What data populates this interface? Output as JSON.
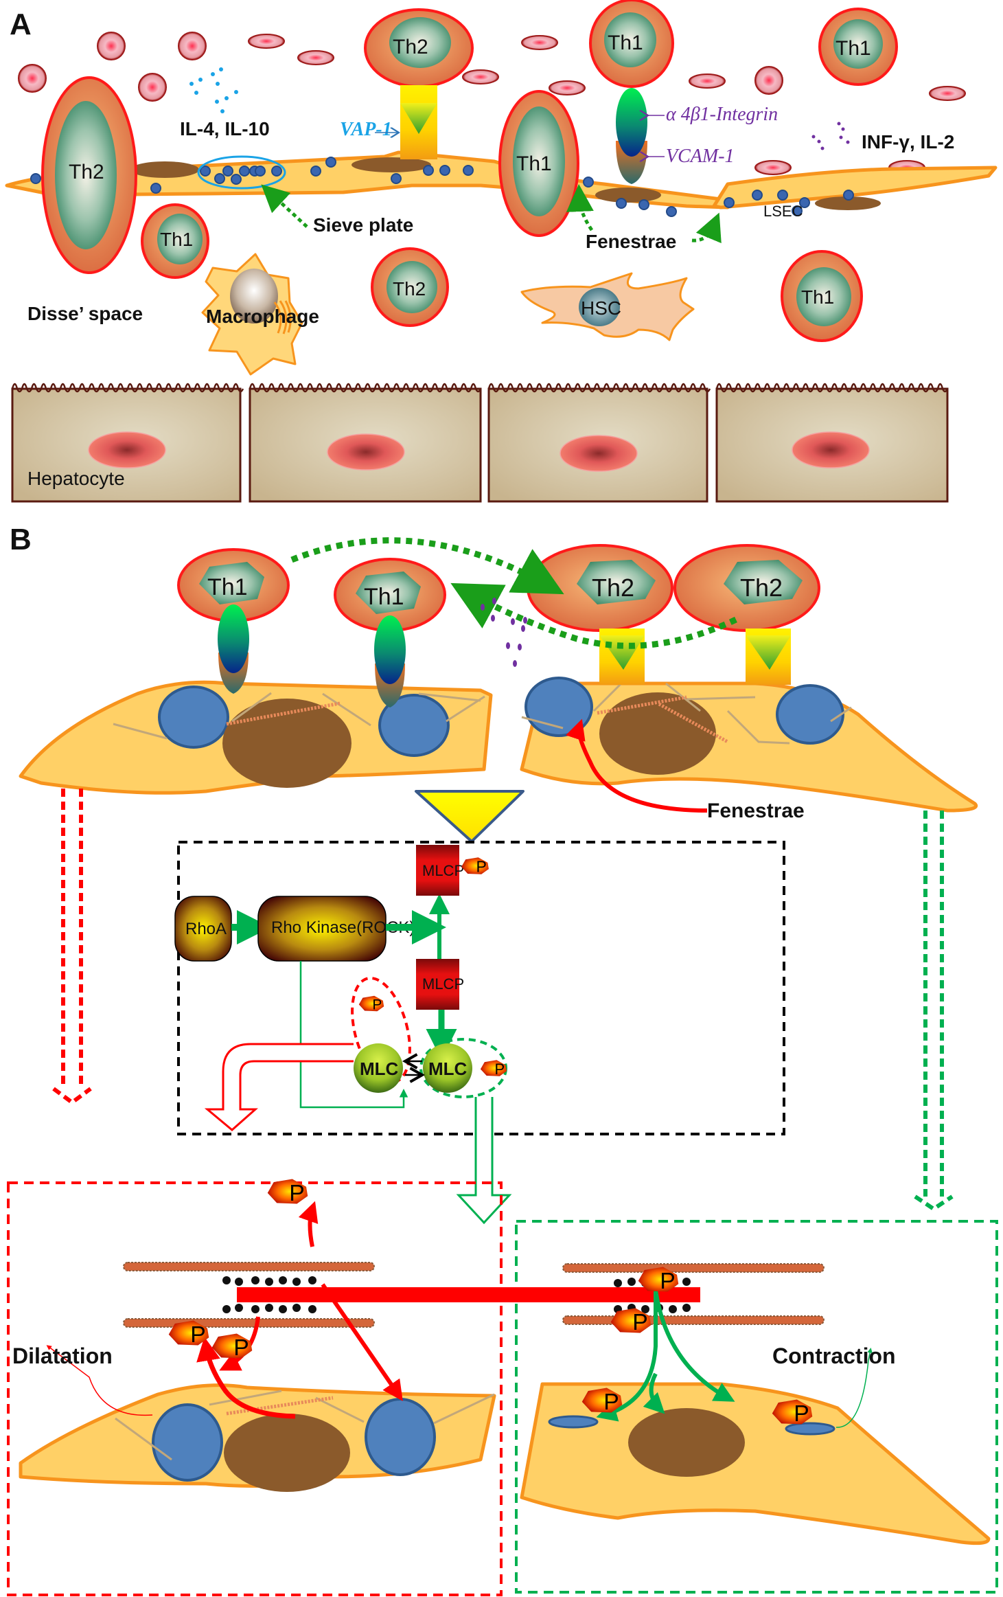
{
  "figure": {
    "panels": [
      {
        "id": "A",
        "label": "A"
      },
      {
        "id": "B",
        "label": "B"
      }
    ]
  },
  "panel_a": {
    "cells": {
      "th2_large": "Th2",
      "th2_top": "Th2",
      "th1_top": "Th1",
      "th1_top_right": "Th1",
      "th1_mid": "Th1",
      "th1_left": "Th1",
      "th2_lower": "Th2",
      "th1_lower_right": "Th1",
      "hsc": "HSC",
      "macrophage": "Macrophage",
      "lsec": "LSEC",
      "hepatocyte": "Hepatocyte"
    },
    "labels": {
      "th2_cytokines": "IL-4, IL-10",
      "th1_cytokines": "INF-γ, IL-2",
      "vap1": "VAP-1",
      "integrin": "α 4β1-Integrin",
      "vcam1": "VCAM-1",
      "sieve_plate": "Sieve plate",
      "fenestrae": "Fenestrae",
      "disse_space": "Disse’ space"
    },
    "colors": {
      "vap1": "#1aa3e6",
      "adhesion": "#7030a0",
      "pointer_arrow": "#1a9e1a"
    }
  },
  "panel_b": {
    "cells": {
      "th1_a": "Th1",
      "th1_b": "Th1",
      "th2_a": "Th2",
      "th2_b": "Th2"
    },
    "labels": {
      "fenestrae": "Fenestrae",
      "dilatation": "Dilatation",
      "contraction": "Contraction"
    },
    "pathway": {
      "rhoa": "RhoA",
      "rock": "Rho Kinase(ROCK)",
      "mlcp_phos": "MLCP",
      "mlcp": "MLCP",
      "mlc": "MLC",
      "mlc_phos": "MLC",
      "phosphate": "P"
    },
    "colors": {
      "dilatation": "#c00000",
      "contraction": "#00a651",
      "pathway_arrow": "#00b050"
    }
  }
}
